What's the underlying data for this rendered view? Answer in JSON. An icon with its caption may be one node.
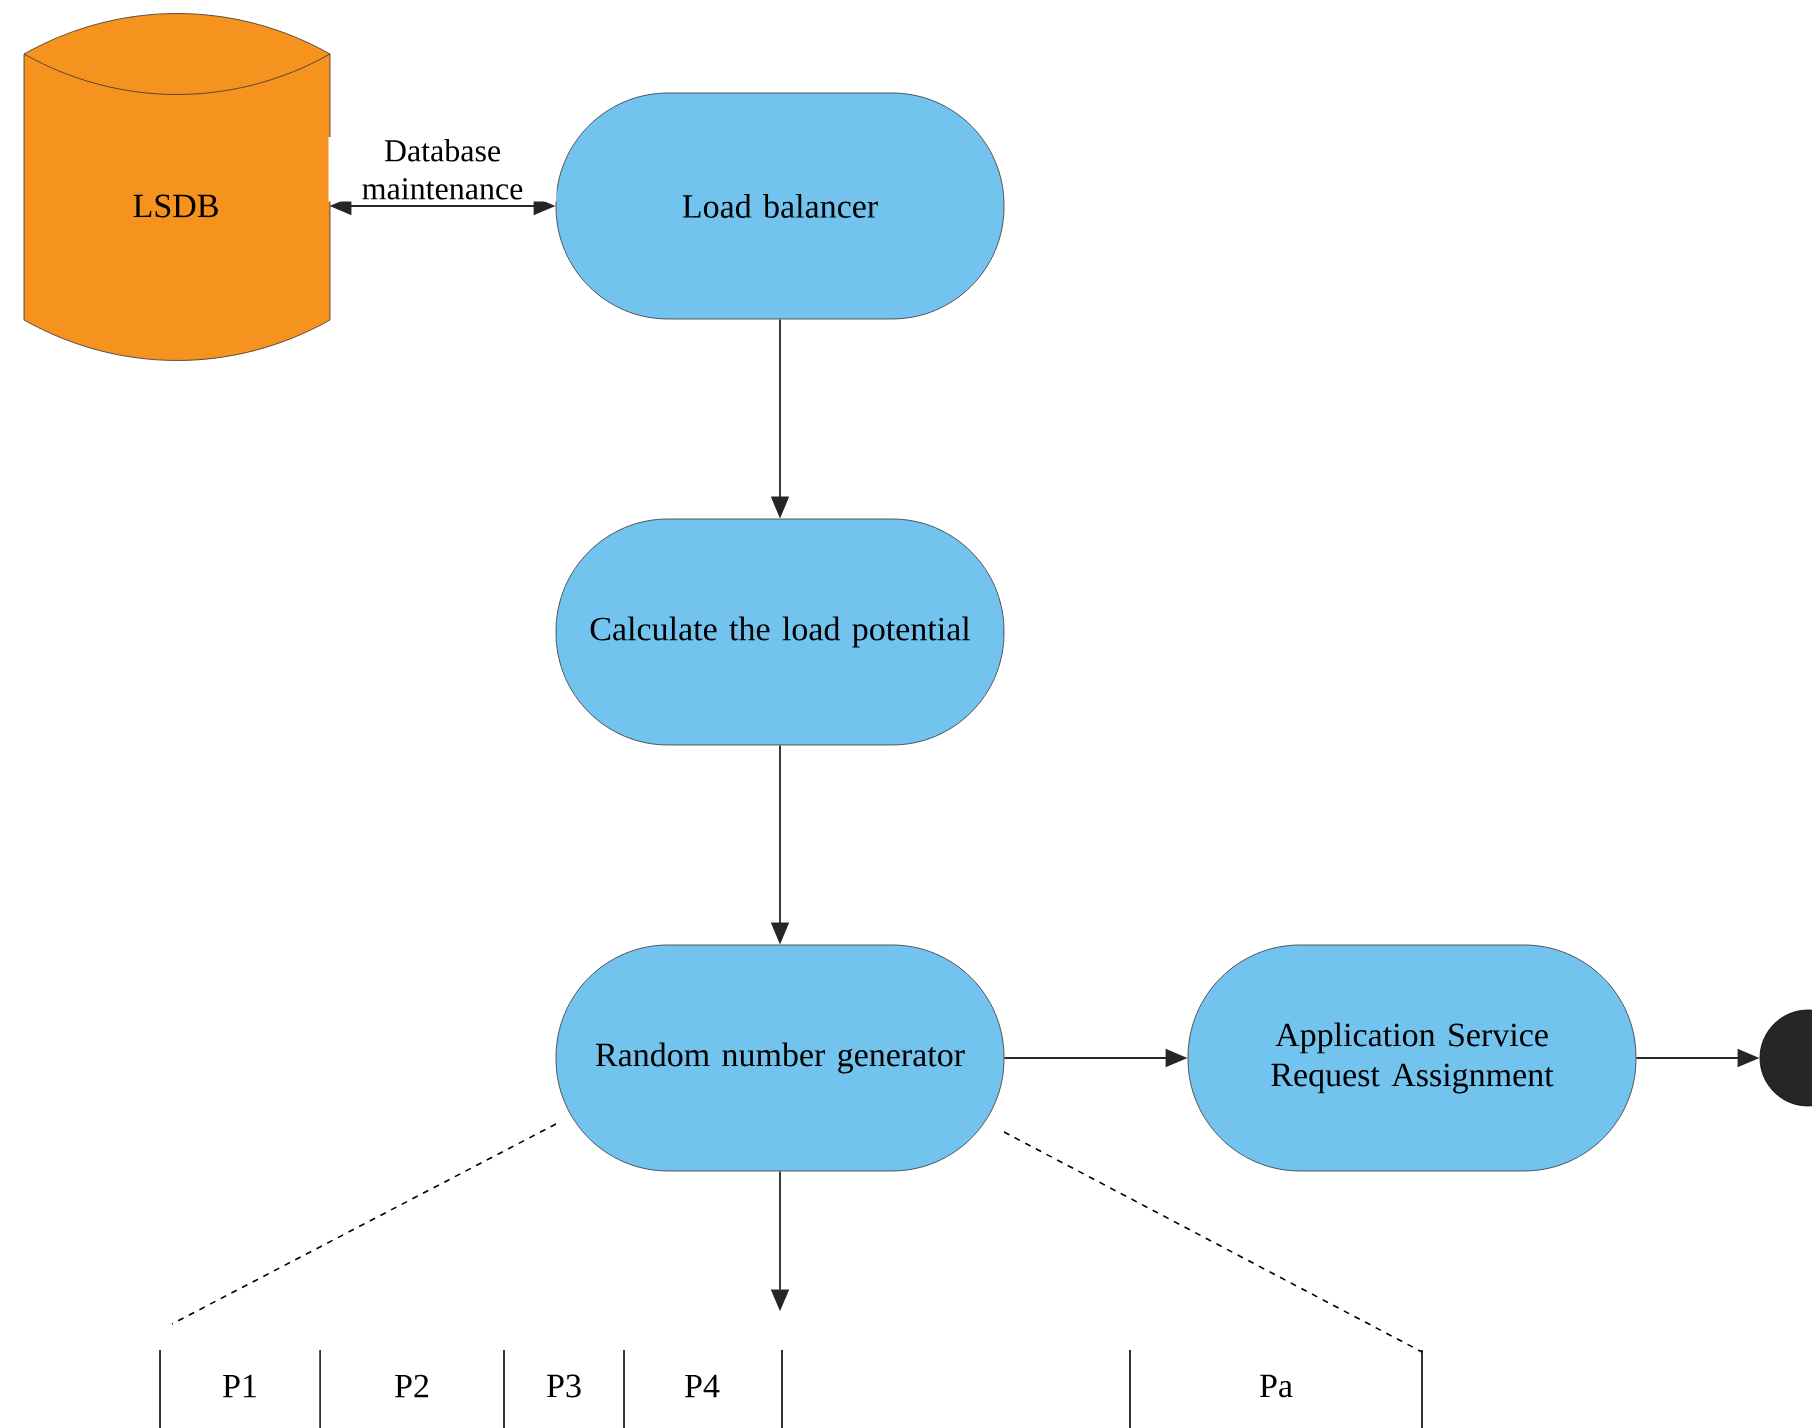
{
  "diagram": {
    "nodes": [
      {
        "text": [
          "LSDB"
        ]
      },
      {
        "text": [
          "Load balancer"
        ]
      },
      {
        "text": [
          "Calculate the load potential"
        ]
      },
      {
        "text": [
          "Random number generator"
        ]
      },
      {
        "text": [
          "Application Service Request Assignment"
        ]
      },
      {
        "text": [],
        "shape": "circle"
      }
    ],
    "edges": [
      {
        "from": 0,
        "to": 1,
        "arrow": "both",
        "label": "Database maintenance"
      },
      {
        "from": 1,
        "to": 2,
        "arrow": "to"
      },
      {
        "from": 2,
        "to": 3,
        "arrow": "to"
      },
      {
        "from": 3,
        "to": 4,
        "arrow": "to"
      },
      {
        "from": 4,
        "to": 5,
        "arrow": "to"
      },
      {
        "from": 3,
        "to": null,
        "arrow": "to"
      }
    ],
    "labels": [
      "P1",
      "P2",
      "P3",
      "P4",
      "Pa"
    ]
  }
}
